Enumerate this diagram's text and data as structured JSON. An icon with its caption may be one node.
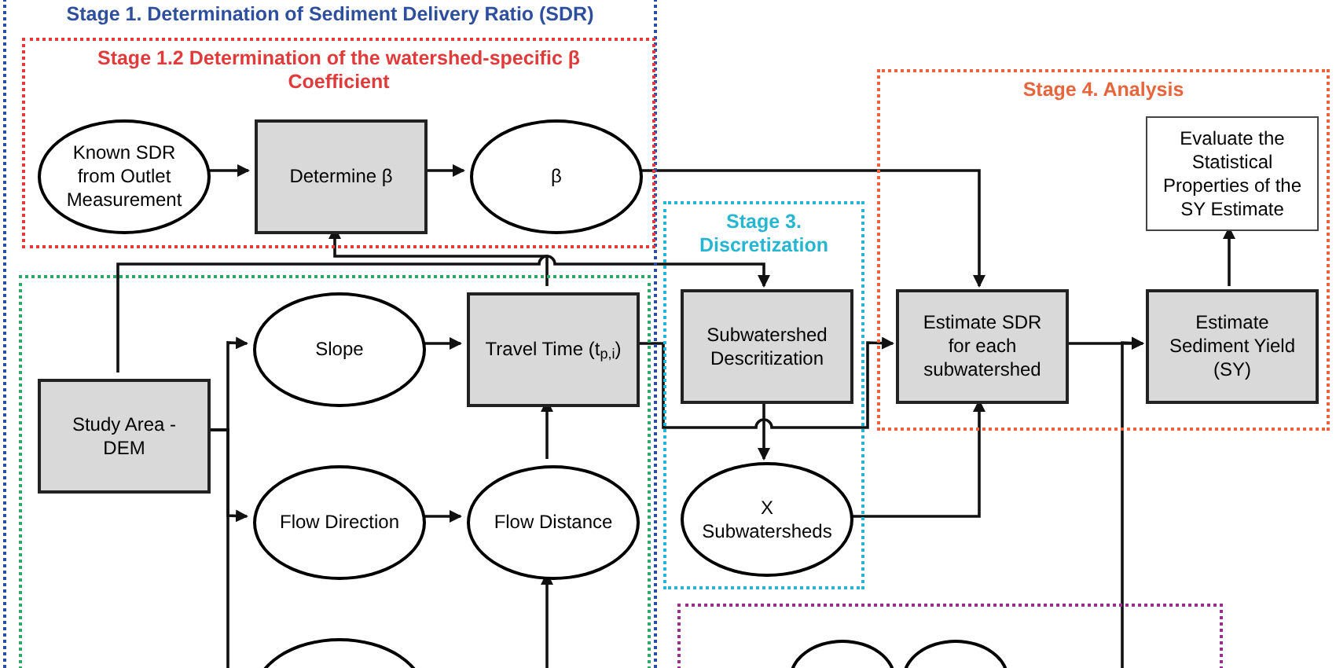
{
  "diagram": {
    "nodes": [
      {
        "text": [
          "Stage 1. Determination of Sediment Delivery Ratio (SDR)"
        ]
      },
      {
        "text": [
          "Stage 1.2 Determination of the watershed-specific β Coefficient"
        ],
        "in": 0
      },
      {
        "text": [
          "Known SDR from Outlet Measurement"
        ],
        "in": 1
      },
      {
        "text": [
          "Determine β"
        ],
        "in": 1
      },
      {
        "text": [
          "β"
        ],
        "in": 1
      },
      {
        "text": [],
        "shape": "box",
        "in": 0
      },
      {
        "text": [
          "Study Area - DEM"
        ],
        "in": 5
      },
      {
        "text": [
          "Slope"
        ],
        "in": 5
      },
      {
        "text": [
          "Travel Time (t$_{p,i}$)"
        ],
        "in": 5
      },
      {
        "text": [
          "Flow Direction"
        ],
        "in": 5
      },
      {
        "text": [
          "Flow Distance"
        ],
        "in": 5
      },
      {
        "text": [],
        "shape": "circle",
        "in": 5
      },
      {
        "text": [
          "Stage 3. Discretization"
        ]
      },
      {
        "text": [
          "Subwatershed Descritization"
        ],
        "in": 12
      },
      {
        "text": [
          "X Subwatersheds"
        ],
        "in": 12
      },
      {
        "text": [
          "Stage 4. Analysis"
        ]
      },
      {
        "text": [
          "Evaluate the Statistical Properties of the SY Estimate"
        ],
        "in": 15
      },
      {
        "text": [
          "Estimate SDR for each subwatershed"
        ],
        "in": 15
      },
      {
        "text": [
          "Estimate Sediment Yield (SY)"
        ],
        "in": 15
      },
      {
        "text": [],
        "shape": "box"
      },
      {
        "text": [],
        "shape": "circle",
        "in": 19
      },
      {
        "text": [],
        "shape": "circle",
        "in": 19
      }
    ],
    "edges": [
      {
        "from": 2,
        "to": 3,
        "arrow": "to"
      },
      {
        "from": 3,
        "to": 4,
        "arrow": "to"
      },
      {
        "from": 4,
        "to": 17,
        "arrow": "to"
      },
      {
        "from": 8,
        "to": 3,
        "arrow": "to"
      },
      {
        "from": 6,
        "to": 13,
        "arrow": "to"
      },
      {
        "from": 6,
        "to": 7,
        "arrow": "to"
      },
      {
        "from": 6,
        "to": 9,
        "arrow": "to"
      },
      {
        "from": 6,
        "to": 11,
        "arrow": "to"
      },
      {
        "from": 7,
        "to": 8,
        "arrow": "to"
      },
      {
        "from": 9,
        "to": 10,
        "arrow": "to"
      },
      {
        "from": 10,
        "to": 8,
        "arrow": "to"
      },
      {
        "from": null,
        "to": 10,
        "arrow": "to"
      },
      {
        "from": 8,
        "to": 17,
        "arrow": "to"
      },
      {
        "from": 13,
        "to": 14,
        "arrow": "to"
      },
      {
        "from": 14,
        "to": 17,
        "arrow": "to"
      },
      {
        "from": 17,
        "to": 18,
        "arrow": "to"
      },
      {
        "from": null,
        "to": 18,
        "arrow": "to"
      },
      {
        "from": 18,
        "to": 16,
        "arrow": "to"
      }
    ]
  }
}
